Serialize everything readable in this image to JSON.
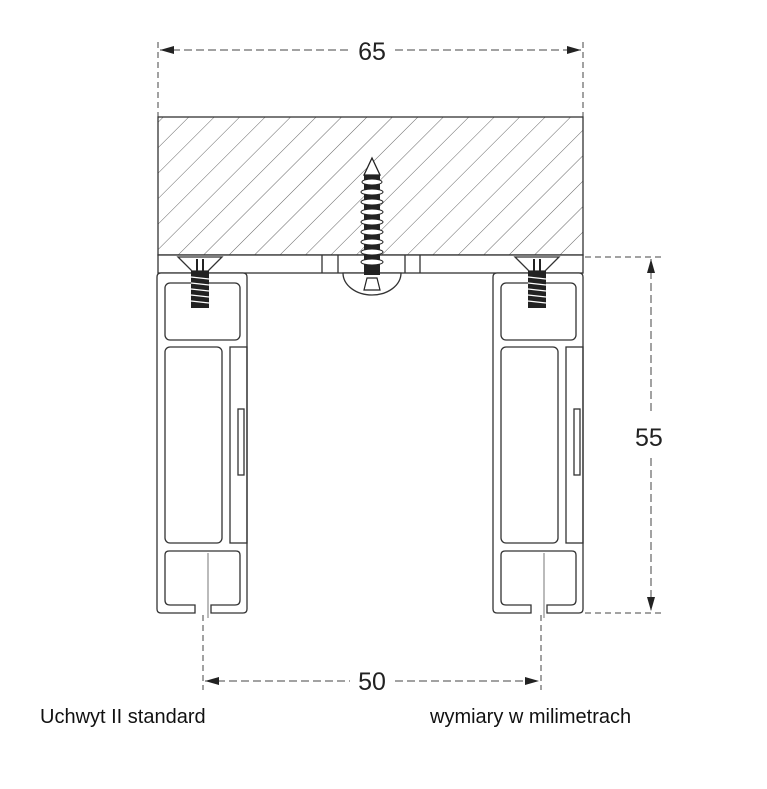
{
  "dimensions": {
    "width_top": "65",
    "height_right": "55",
    "width_bottom": "50"
  },
  "captions": {
    "title": "Uchwyt II standard",
    "units": "wymiary w milimetrach"
  },
  "colors": {
    "line": "#333333",
    "background": "#ffffff"
  }
}
